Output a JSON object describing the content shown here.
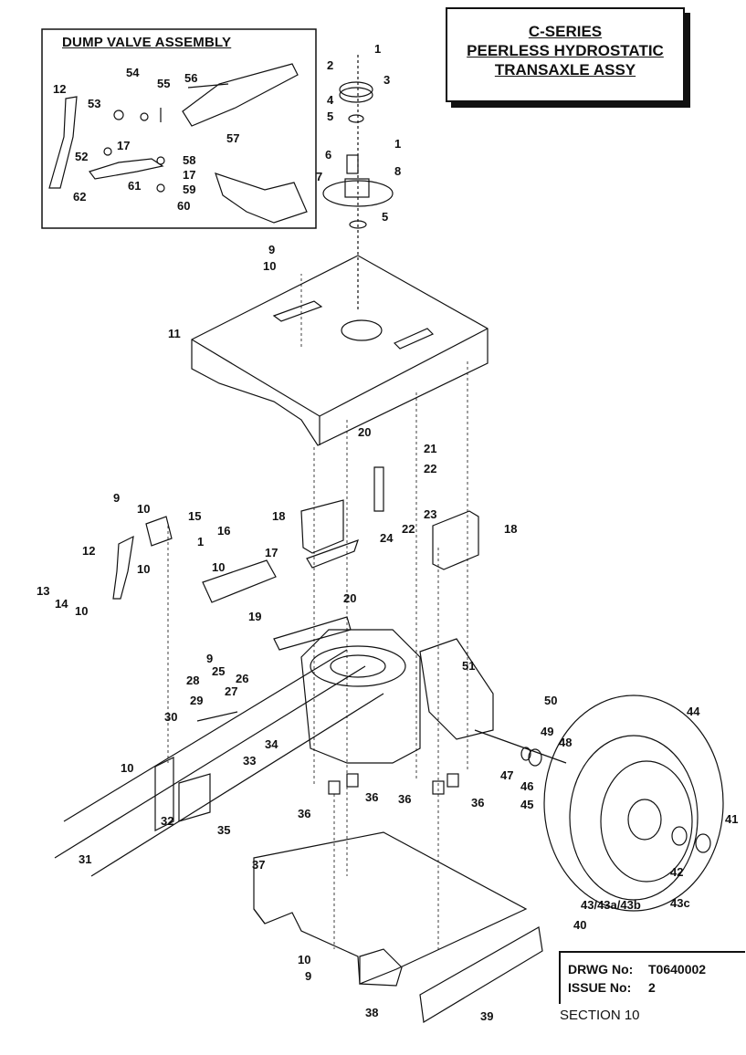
{
  "title_block": {
    "line1": "C-SERIES",
    "line2": "PEERLESS HYDROSTATIC",
    "line3": "TRANSAXLE ASSY"
  },
  "inset": {
    "title": "DUMP VALVE ASSEMBLY"
  },
  "drawing_info": {
    "drawing_no_label": "DRWG No:",
    "drawing_no": "T0640002",
    "issue_label": "ISSUE No:",
    "issue": "2",
    "section": "SECTION 10"
  },
  "callouts": {
    "inset": [
      "54",
      "55",
      "56",
      "12",
      "53",
      "57",
      "17",
      "52",
      "58",
      "17",
      "59",
      "61",
      "62",
      "60"
    ],
    "upper": [
      "1",
      "2",
      "3",
      "4",
      "5",
      "6",
      "1",
      "8",
      "7",
      "5",
      "9",
      "10",
      "11"
    ],
    "middle": [
      "20",
      "21",
      "22",
      "23",
      "22",
      "24",
      "18",
      "18",
      "9",
      "10",
      "15",
      "1",
      "16",
      "12",
      "10",
      "17",
      "10",
      "13",
      "14",
      "10",
      "19",
      "20"
    ],
    "lower": [
      "9",
      "25",
      "51",
      "28",
      "26",
      "27",
      "29",
      "30",
      "34",
      "33",
      "50",
      "49",
      "48",
      "44",
      "10",
      "47",
      "46",
      "45",
      "41",
      "32",
      "36",
      "36",
      "36",
      "36",
      "35",
      "31",
      "42",
      "43c",
      "43/43a/43b",
      "37",
      "40",
      "10",
      "9",
      "38",
      "39"
    ]
  }
}
